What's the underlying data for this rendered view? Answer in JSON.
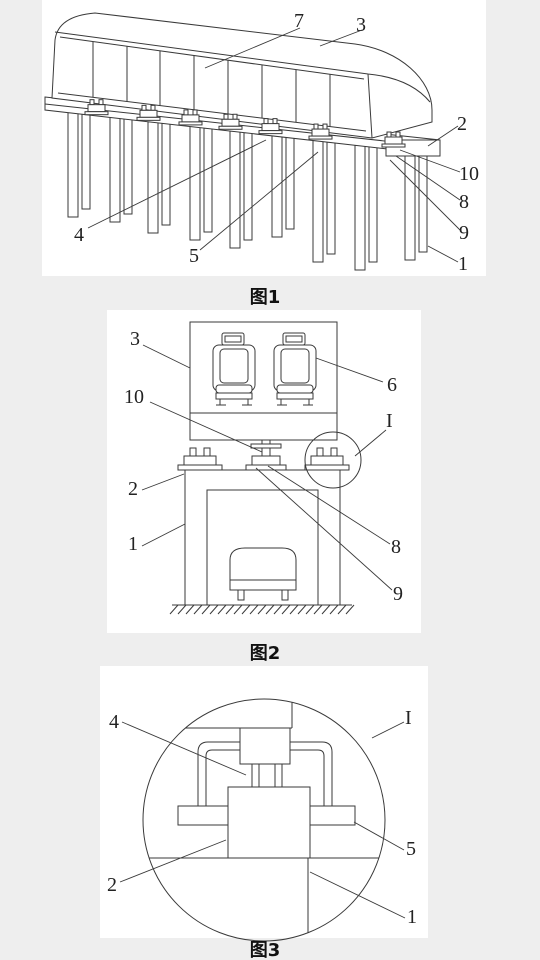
{
  "figures": {
    "fig1": {
      "caption": "图1",
      "callouts": [
        "7",
        "3",
        "2",
        "10",
        "8",
        "9",
        "1",
        "4",
        "5"
      ]
    },
    "fig2": {
      "caption": "图2",
      "callouts": [
        "3",
        "6",
        "10",
        "I",
        "2",
        "1",
        "8",
        "9"
      ]
    },
    "fig3": {
      "caption": "图3",
      "callouts": [
        "4",
        "I",
        "5",
        "2",
        "1"
      ]
    }
  },
  "colors": {
    "line": "#3a3a3a",
    "panel": "#ffffff",
    "background": "#eeeeee"
  }
}
